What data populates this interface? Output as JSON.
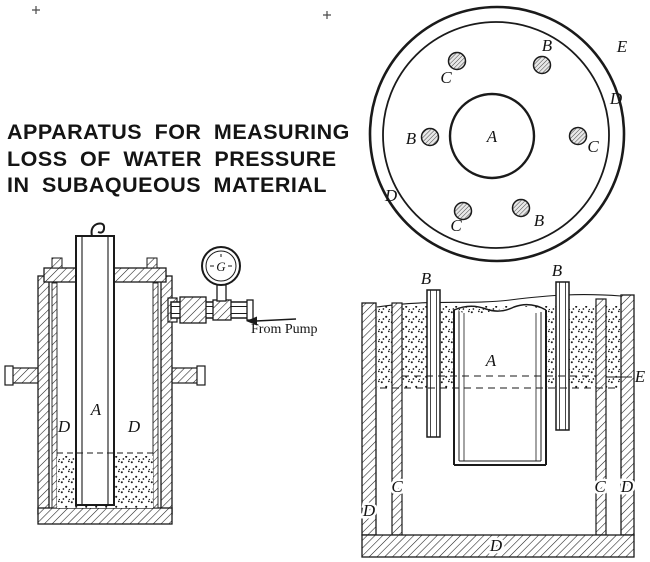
{
  "title": {
    "lines": [
      "APPARATUS FOR MEASURING",
      "LOSS OF WATER PRESSURE",
      "IN SUBAQUEOUS MATERIAL"
    ]
  },
  "colors": {
    "ink": "#1a1a1a",
    "paper": "#ffffff"
  },
  "figures": {
    "top_view": {
      "labels": {
        "center": "A",
        "outer_rim": "E",
        "rim_right": "D",
        "rim_lower_left": "D",
        "hole_top_left": "C",
        "hole_top_right": "B",
        "hole_left": "B",
        "hole_right": "C",
        "hole_bottom_left": "C",
        "hole_bottom": "B"
      }
    },
    "left_section": {
      "gauge": "G",
      "from_pump": "From Pump",
      "labels": {
        "pipe": "A",
        "annulus_left": "D",
        "annulus_right": "D"
      }
    },
    "right_section": {
      "labels": {
        "tube_left": "B",
        "tube_right": "B",
        "cylinder": "A",
        "level": "E",
        "inner_wall_left": "C",
        "inner_wall_right": "C",
        "outer_wall_left": "D",
        "outer_wall_right": "D",
        "bottom": "D"
      }
    }
  }
}
